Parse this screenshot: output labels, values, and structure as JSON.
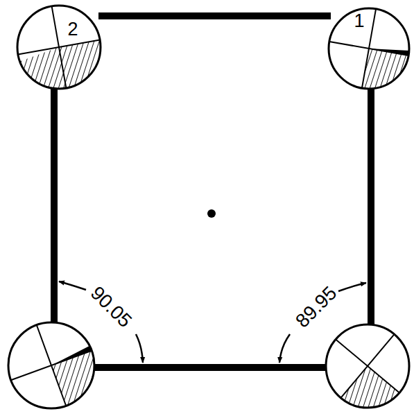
{
  "diagram": {
    "nodes": [
      {
        "text": [
          "2"
        ]
      },
      {
        "text": [
          "1"
        ]
      }
    ],
    "edges": [
      {
        "from": 0,
        "to": 1,
        "arrow": "none"
      }
    ],
    "labels": [
      "90.05",
      "89.95"
    ]
  }
}
